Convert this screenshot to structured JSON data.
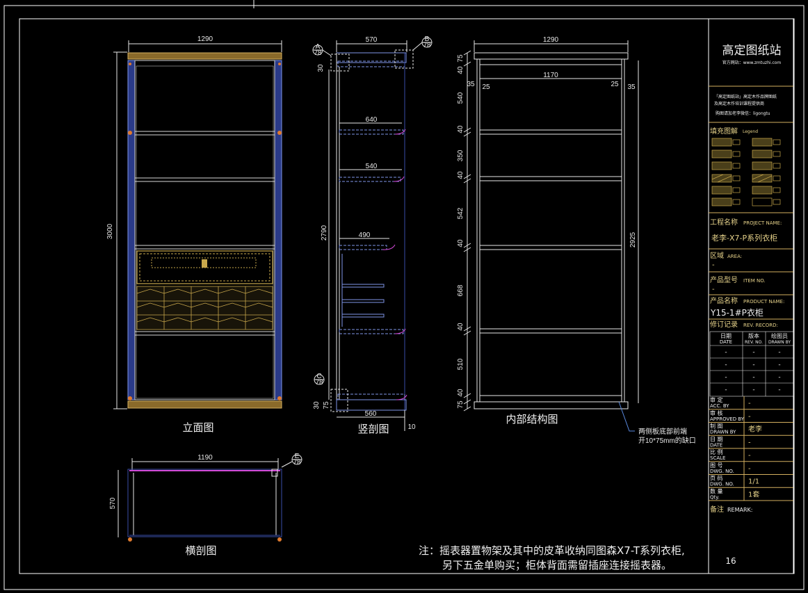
{
  "views": {
    "front": {
      "caption": "立面图",
      "width_dim": "1290",
      "height_dim": "3000"
    },
    "section": {
      "caption": "竖剖图",
      "top_dim": "570",
      "height_dim": "2790",
      "bottom_dim": "560",
      "bottom_right_dim": "10",
      "shelf_dims": [
        "640",
        "540",
        "490"
      ],
      "small_dims": [
        "30",
        "30",
        "75"
      ],
      "markers": [
        {
          "letter": "A",
          "ref": "78"
        },
        {
          "letter": "B",
          "ref": "78"
        },
        {
          "letter": "C",
          "ref": "78"
        }
      ]
    },
    "interior": {
      "caption": "内部结构图",
      "top_dim": "1290",
      "inner_dim": "1170",
      "side_dims": [
        "35",
        "25",
        "25",
        "35"
      ],
      "height_dim": "2925",
      "left_dims": [
        "75",
        "40",
        "540",
        "40",
        "350",
        "40",
        "542",
        "40",
        "668",
        "40",
        "510",
        "40",
        "75"
      ],
      "callout_line1": "两侧板底部前端",
      "callout_line2": "开10*75mm的缺口"
    },
    "plan": {
      "caption": "横剖图",
      "width_dim": "1190",
      "depth_dim": "570",
      "marker": {
        "letter": "E",
        "ref": "78"
      }
    }
  },
  "note": {
    "line1": "注：摇表器置物架及其中的皮革收纳同图森X7-T系列衣柜,",
    "line2": "另下五金单购买；柜体背面需留插座连接摇表器。"
  },
  "title_block": {
    "brand": "高定图纸站",
    "website": "官方网站：www.zmtuzhi.com",
    "desc1": "「高定图纸站」高定木作品牌图纸",
    "desc2": "及高定木作培训课程提供商",
    "desc3": "购图请加老李微信：ligongtu",
    "legend_title": "填充图解",
    "legend_en": "Legend",
    "project_label": "工程名称",
    "project_label_en": "PROJECT NAME:",
    "project_value": "老李-X7-P系列衣柜",
    "area_label": "区域",
    "area_label_en": "AREA:",
    "area_value": "-",
    "item_label": "产品型号",
    "item_label_en": "ITEM NO.",
    "item_value": "-",
    "product_label": "产品名称",
    "product_label_en": "PRODUCT NAME:",
    "product_value": "Y15-1#P衣柜",
    "rev_label": "修订记录",
    "rev_label_en": "REV. RECORD:",
    "rev_headers": [
      [
        "日期",
        "DATE"
      ],
      [
        "版本",
        "REV. NO."
      ],
      [
        "绘图员",
        "DRAWN BY"
      ]
    ],
    "rev_rows": [
      [
        "-",
        "-",
        "-"
      ],
      [
        "-",
        "-",
        "-"
      ],
      [
        "-",
        "-",
        "-"
      ],
      [
        "-",
        "-",
        "-"
      ]
    ],
    "fields": [
      {
        "cn": "审  定",
        "en": "ACC. BY",
        "value": "-"
      },
      {
        "cn": "审  核",
        "en": "APPROVED BY",
        "value": "-"
      },
      {
        "cn": "制  图",
        "en": "DRAWN BY",
        "value": "老李"
      },
      {
        "cn": "日  期",
        "en": "DATE",
        "value": "-"
      },
      {
        "cn": "比  例",
        "en": "SCALE",
        "value": "-"
      },
      {
        "cn": "图  号",
        "en": "DWG. NO.",
        "value": "-"
      },
      {
        "cn": "页  码",
        "en": "DWG. NO.",
        "value": "1/1"
      },
      {
        "cn": "数  量",
        "en": "Qty.",
        "value": "1套"
      }
    ],
    "remark_label": "备注",
    "remark_label_en": "REMARK:"
  },
  "sheet_number": "16",
  "colors": {
    "background": "#000000",
    "frame": "#ffffff",
    "dimension": "#e8e8e8",
    "panel_blue": "#3a4ea8",
    "panel_gold": "#c9a84c",
    "accent_magenta": "#d24ad8",
    "accent_orange": "#e07a2e",
    "title_yellow": "#e6d28a"
  }
}
